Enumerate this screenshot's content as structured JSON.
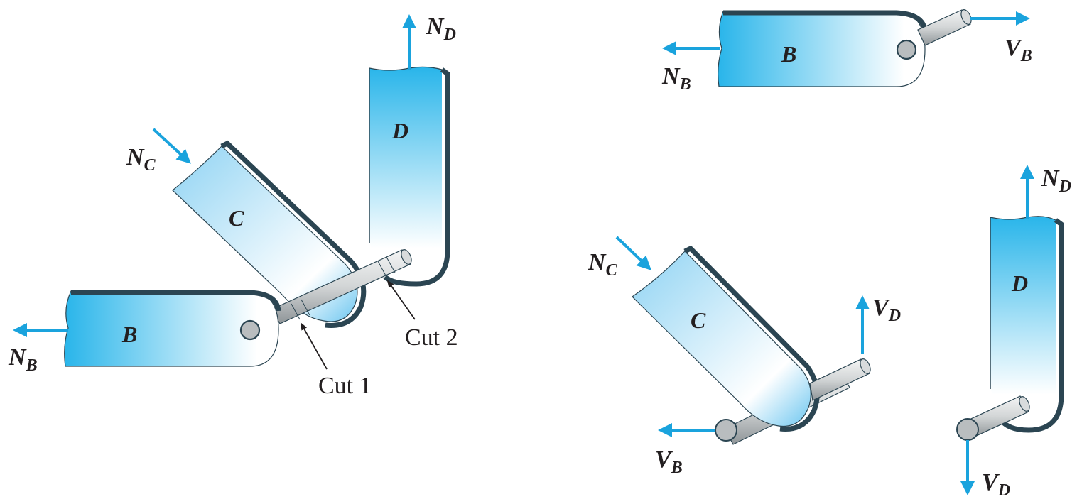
{
  "labels": {
    "b": "B",
    "c": "C",
    "d": "D"
  },
  "forces": {
    "n": "N",
    "v": "V",
    "sub_b": "B",
    "sub_c": "C",
    "sub_d": "D"
  },
  "cuts": {
    "cut1": "Cut 1",
    "cut2": "Cut 2"
  },
  "colors": {
    "arrow": "#1aa3dd",
    "member_top": "#29b5ea",
    "member_bottom": "#ffffff",
    "edge": "#2b4552",
    "pin": "#c9cdcf"
  }
}
